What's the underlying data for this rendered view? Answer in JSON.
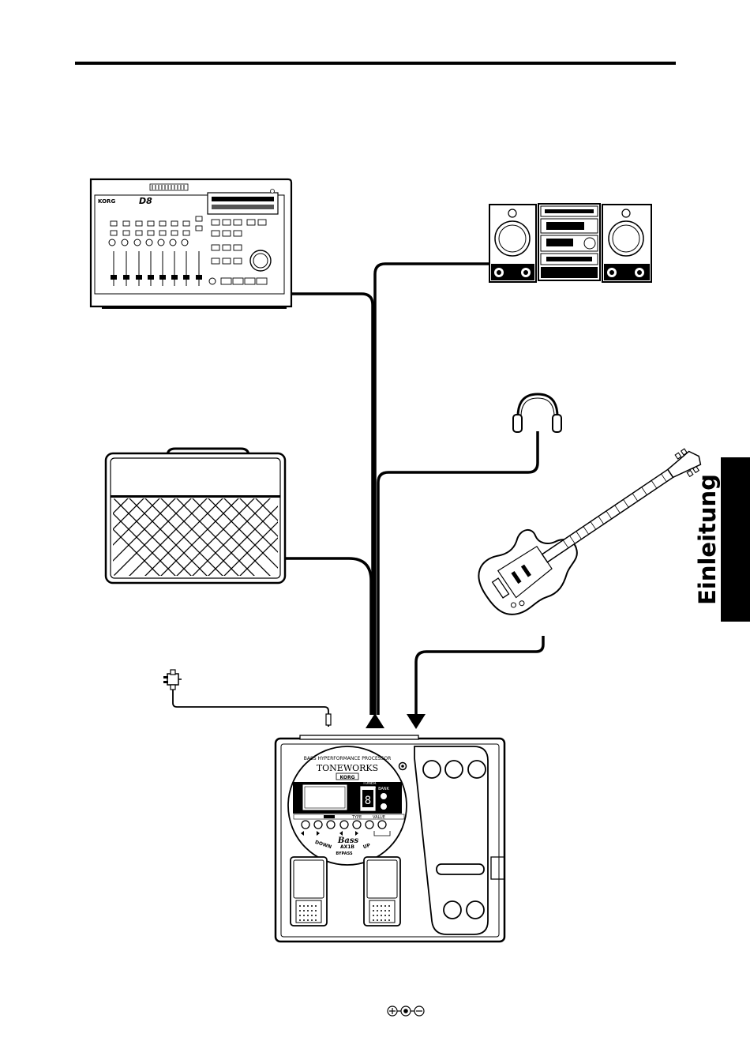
{
  "page": {
    "side_tab_label": "Einleitung"
  },
  "devices": {
    "recorder": {
      "brand": "KORG",
      "model": "D8"
    },
    "effect_unit": {
      "subtitle": "BASS HYPERFORMANCE PROCESSOR",
      "logo": "TONEWORKS",
      "logo_sub": "KORG",
      "model_script": "Bass",
      "model": "AX1B",
      "down_label": "DOWN",
      "up_label": "UP",
      "bypass_label": "BYPASS",
      "bank_label": "BANK",
      "tuner_label": "TUNER",
      "type_label": "TYPE",
      "value_label": "VALUE",
      "digit": "8"
    }
  },
  "icons": {
    "polarity": "dc-polarity-center-positive-icon"
  }
}
